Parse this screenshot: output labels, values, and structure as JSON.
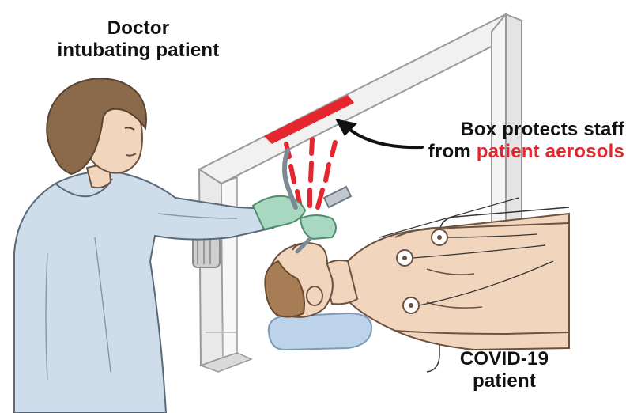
{
  "labels": {
    "doctor": {
      "line1": "Doctor",
      "line2": "intubating patient"
    },
    "box": {
      "line1": "Box protects staff",
      "line2_prefix": "from ",
      "line2_highlight": "patient aerosols"
    },
    "patient": {
      "line1": "COVID-19",
      "line2": "patient"
    }
  },
  "colors": {
    "highlight": "#e5262e",
    "box_frame": "#9a9a9a",
    "box_fill": "#e9e9e9",
    "scrubs": "#cfdcea",
    "glove": "#a8d9c0",
    "pillow": "#bcd3ea",
    "skin": "#f2d5bd",
    "hair_doctor": "#8a6a4a",
    "hair_patient": "#a67d55",
    "electrode": "#ffffff"
  },
  "icons": [
    "aerosol-dashes",
    "curved-arrow",
    "electrode"
  ]
}
